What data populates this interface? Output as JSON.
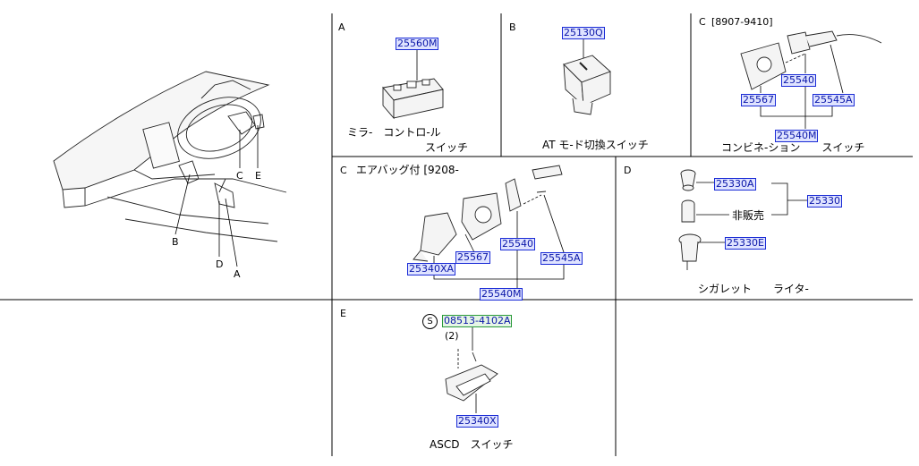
{
  "overview": {
    "callouts": [
      "C",
      "E",
      "B",
      "D",
      "A"
    ]
  },
  "panels": {
    "A": {
      "letter": "A",
      "part": "25560M",
      "caption_line1": "ミラ-　コントロ-ル",
      "caption_line2": "スイッチ"
    },
    "B": {
      "letter": "B",
      "part": "25130Q",
      "caption": "AT モ-ド切換スイッチ"
    },
    "C1": {
      "letter": "C",
      "heading": "[8907-9410]",
      "parts": [
        "25540",
        "25567",
        "25545A",
        "25540M"
      ],
      "caption": "コンビネ-ション　　スイッチ"
    },
    "C2": {
      "letter": "C",
      "heading": "エアバッグ付 [9208-",
      "parts": [
        "25540",
        "25567",
        "25545A",
        "25340XA",
        "25540M"
      ]
    },
    "D": {
      "letter": "D",
      "parts": [
        "25330A",
        "25330",
        "25330E"
      ],
      "note": "非販売",
      "caption": "シガレット　　ライタ-"
    },
    "E": {
      "letter": "E",
      "screw_symbol": "S",
      "screw_part": "08513-4102A",
      "qty": "(2)",
      "part": "25340X",
      "caption": "ASCD　スイッチ"
    }
  },
  "colors": {
    "part_box_border": "#1a2bd6",
    "part_box_fill": "#dfe3ff",
    "screw_box_border": "#2a9a3a"
  }
}
